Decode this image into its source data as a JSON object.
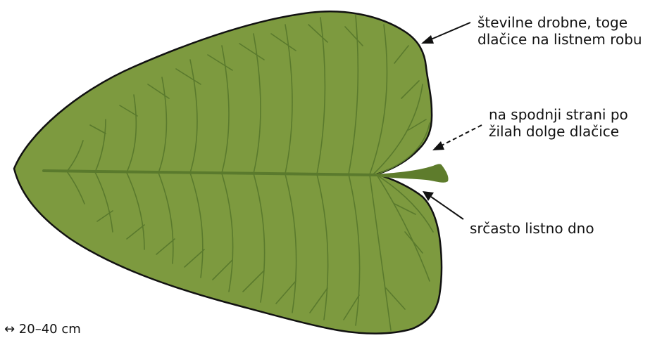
{
  "colors": {
    "leaf_fill": "#7d9a3f",
    "leaf_outline": "#111111",
    "vein": "#5a7a2d",
    "petiole": "#5e7c2c",
    "text": "#111111",
    "background": "#ffffff"
  },
  "labels": {
    "hairs_margin": {
      "line1": "številne drobne, toge",
      "line2": "dlačice na listnem robu"
    },
    "hairs_veins": {
      "line1": "na spodnji strani po",
      "line2": "žilah dolge dlačice"
    },
    "heart_base": "srčasto listno dno",
    "size": "↔ 20–40 cm"
  }
}
